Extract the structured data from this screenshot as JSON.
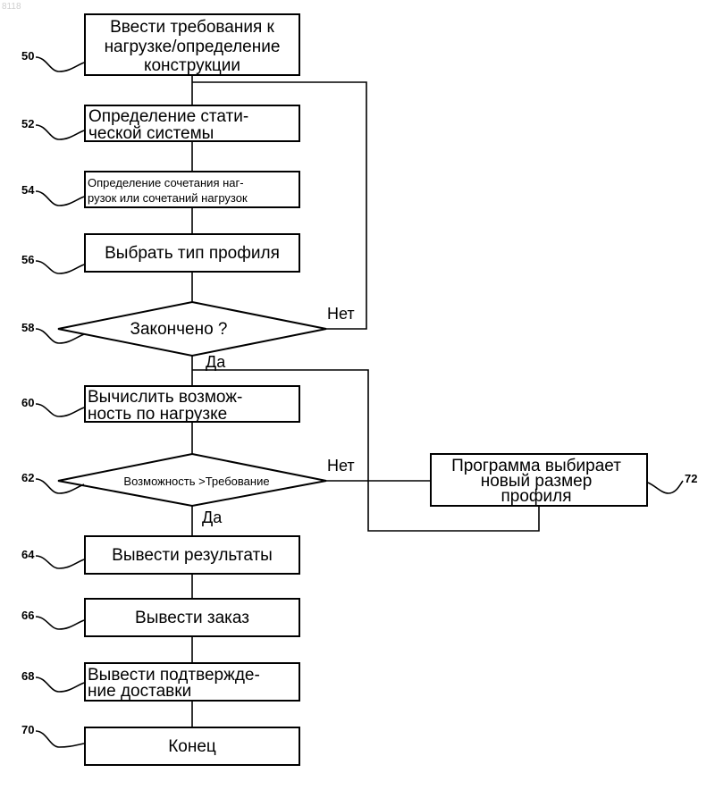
{
  "corner_mark": "8118",
  "steps": {
    "s50": [
      "Ввести требования к",
      "нагрузке/определение",
      "конструкции"
    ],
    "s52": [
      "Определение  стати-",
      "ческой системы"
    ],
    "s54": [
      "Определение сочетания  наг-",
      "рузок или сочетаний нагрузок"
    ],
    "s56": [
      "Выбрать тип профиля"
    ],
    "s58": [
      "Закончено ?"
    ],
    "s60": [
      "Вычислить возмож-",
      "ность по нагрузке"
    ],
    "s62": [
      "Возможность >Требование"
    ],
    "s64": [
      "Вывести результаты"
    ],
    "s66": [
      "Вывести заказ"
    ],
    "s68": [
      "Вывести подтвержде-",
      "ние доставки"
    ],
    "s70": [
      "Конец"
    ],
    "s72": [
      "Программа выбирает",
      "новый размер",
      "профиля"
    ]
  },
  "refs": {
    "r50": "50",
    "r52": "52",
    "r54": "54",
    "r56": "56",
    "r58": "58",
    "r60": "60",
    "r62": "62",
    "r64": "64",
    "r66": "66",
    "r68": "68",
    "r70": "70",
    "r72": "72"
  },
  "edges": {
    "no_58": "Нет",
    "yes_58": "Да",
    "no_62": "Нет",
    "yes_62": "Да"
  }
}
